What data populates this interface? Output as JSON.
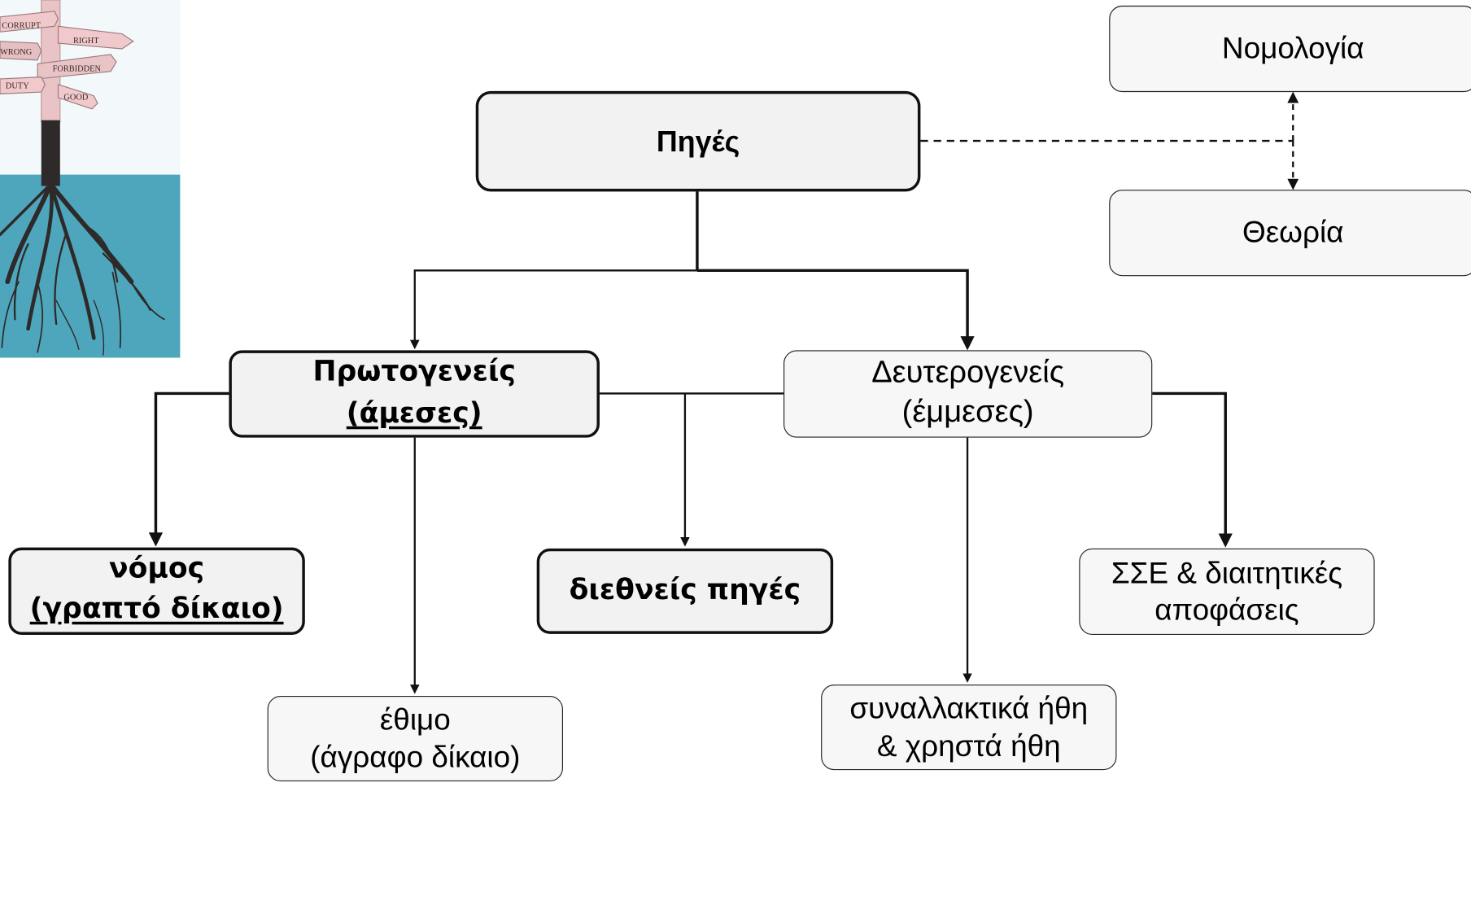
{
  "illustration": {
    "name": "signpost-with-roots",
    "sign_labels": [
      "CORRUPT",
      "RIGHT",
      "WRONG",
      "FORBIDDEN",
      "DUTY",
      "GOOD"
    ]
  },
  "nodes": {
    "root": "Πηγές",
    "nomologia": "Νομολογία",
    "theoria": "Θεωρία",
    "primary_line1": "Πρωτογενείς",
    "primary_line2": "(άμεσες)",
    "secondary_line1": "Δευτερογενείς",
    "secondary_line2": "(έμμεσες)",
    "nomos_line1": "νόμος",
    "nomos_line2": "(γραπτό δίκαιο)",
    "ethimo_line1": "έθιμο",
    "ethimo_line2": "(άγραφο δίκαιο)",
    "international": "διεθνείς πηγές",
    "sse_line1": "ΣΣΕ & διαιτητικές",
    "sse_line2": "αποφάσεις",
    "ethi_line1": "συναλλακτικά ήθη",
    "ethi_line2": "& χρηστά ήθη"
  },
  "colors": {
    "box_fill": "#f2f2f2",
    "line": "#111111",
    "water": "#4ea6bd"
  }
}
